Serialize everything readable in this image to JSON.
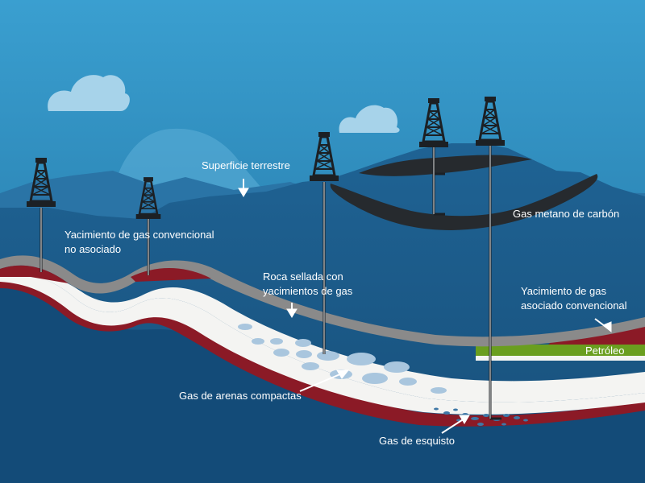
{
  "colors": {
    "sky_top": "#2f93c4",
    "sky_bottom": "#1f6f9e",
    "hills_far": "#2b77a8",
    "ground": "#1f5f8c",
    "ground_dark": "#164c74",
    "seal_rock": "#8a8a8a",
    "gas_pocket": "#8b1a26",
    "tight_sand": "#f4f4f2",
    "oil": "#6a9e1f",
    "coal": "#262a2e",
    "bubble": "#a9c6de",
    "cloud": "#a7d3ea",
    "deep": "#0f4a7a",
    "text": "#ffffff"
  },
  "labels": {
    "surface": "Superficie terrestre",
    "conventional_nonassociated_1": "Yacimiento de gas convencional",
    "conventional_nonassociated_2": "no asociado",
    "sealed_rock_1": "Roca sellada con",
    "sealed_rock_2": "yacimientos de gas",
    "coalbed_methane": "Gas metano de carbón",
    "conventional_associated_1": "Yacimiento de gas",
    "conventional_associated_2": "asociado convencional",
    "oil": "Petróleo",
    "tight_gas": "Gas de arenas compactas",
    "shale_gas": "Gas de esquisto"
  },
  "icons": {
    "rig": "oil-derrick-icon",
    "cloud": "cloud-icon",
    "arrow": "pointer-arrow-icon"
  }
}
